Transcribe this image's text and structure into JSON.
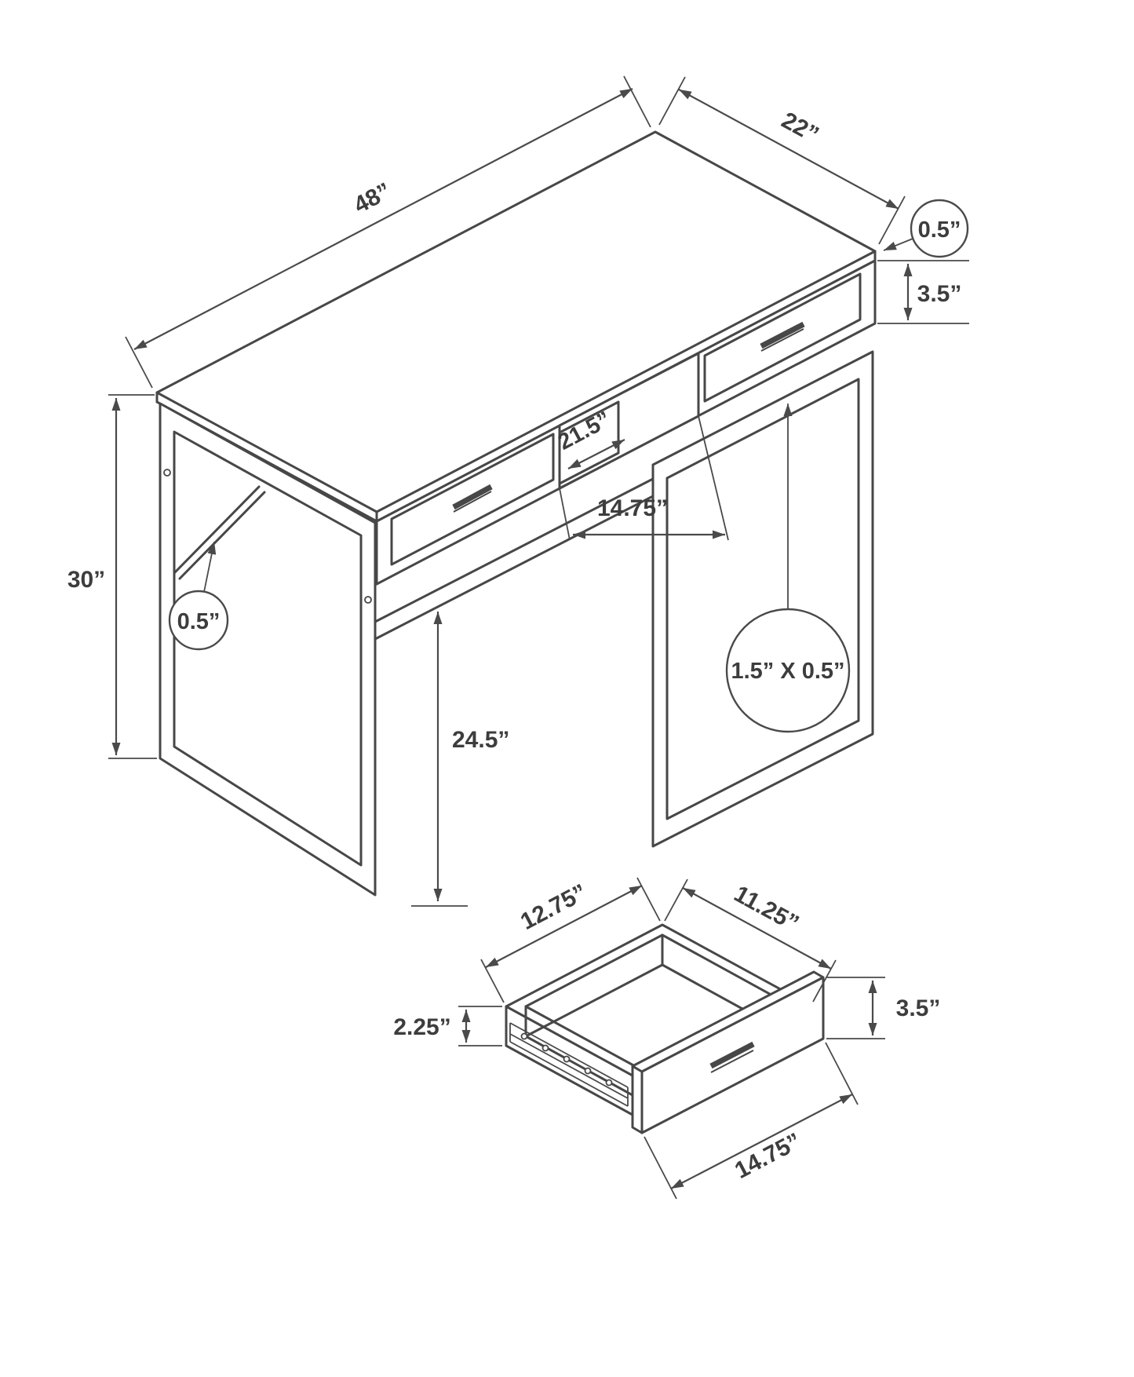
{
  "colors": {
    "line": "#474747",
    "label": "#3d3d3d",
    "background": "#ffffff"
  },
  "desk": {
    "width": "48”",
    "depth": "22”",
    "top_thickness": "0.5”",
    "drawer_face_height": "3.5”",
    "overall_height": "30”",
    "side_frame_tube": "0.5”",
    "cubby_depth": "21.5”",
    "cubby_width": "14.75”",
    "leg_clearance": "24.5”",
    "frame_tube_size": "1.5” X 0.5”"
  },
  "drawer": {
    "inner_width": "12.75”",
    "inner_depth": "11.25”",
    "side_height": "2.25”",
    "front_height": "3.5”",
    "front_width": "14.75”"
  }
}
